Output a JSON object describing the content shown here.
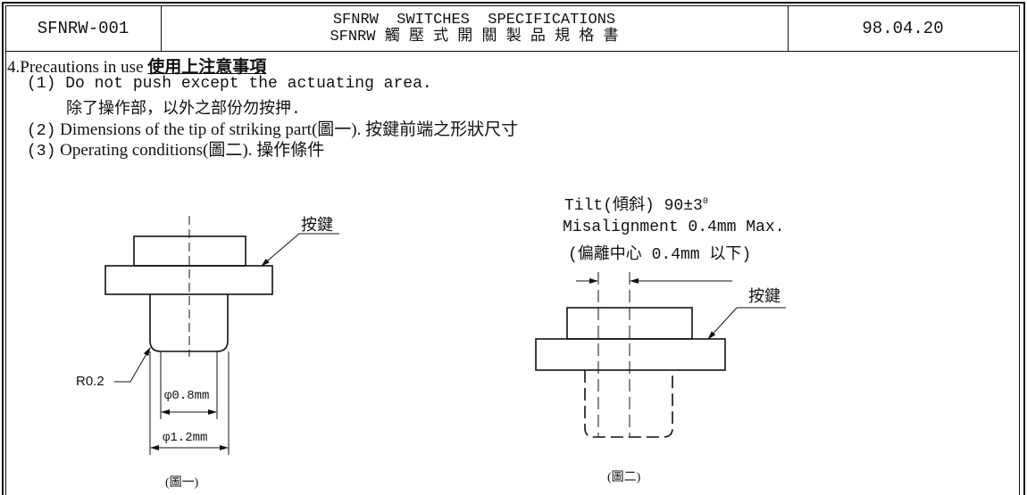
{
  "header": {
    "doc_id": "SFNRW-001",
    "title_en": "SFNRW  SWITCHES  SPECIFICATIONS",
    "title_zh": "SFNRW 觸 壓 式 開 關 製 品 規 格 書",
    "date": "98.04.20"
  },
  "section": {
    "heading": "4.Precautions in use",
    "heading_zh": "使用上注意事項",
    "items": [
      {
        "num": "(1)",
        "text": "Do not push except the actuating area.",
        "text_zh": "除了操作部，以外之部份勿按押."
      },
      {
        "num": "(2)",
        "text": "Dimensions of the tip of striking part(圖一).  按鍵前端之形狀尺寸"
      },
      {
        "num": "(3)",
        "text": "Operating conditions(圖二).  操作條件"
      }
    ]
  },
  "figure1": {
    "key_label": "按鍵",
    "radius": "R0.2",
    "dim_inner": "φ0.8mm",
    "dim_outer": "φ1.2mm",
    "caption": "(圖一)"
  },
  "figure2": {
    "tilt": "Tilt(傾斜) 90±3",
    "tilt_sup": "0",
    "misalignment": "Misalignment 0.4mm Max.",
    "misalignment_zh": "(偏離中心 0.4mm 以下)",
    "key_label": "按鍵",
    "caption": "(圖二)"
  }
}
